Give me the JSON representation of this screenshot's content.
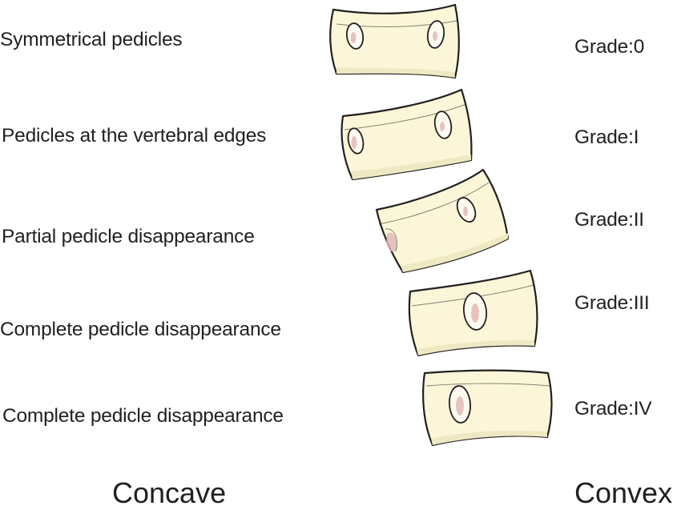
{
  "grades": [
    {
      "description": "Symmetrical pedicles",
      "grade": "Grade:0"
    },
    {
      "description": "Pedicles at the vertebral edges",
      "grade": "Grade:I"
    },
    {
      "description": "Partial pedicle disappearance",
      "grade": "Grade:II"
    },
    {
      "description": "Complete pedicle disappearance",
      "grade": "Grade:III"
    },
    {
      "description": "Complete pedicle disappearance",
      "grade": "Grade:IV"
    }
  ],
  "footer": {
    "left_label": "Concave",
    "right_label": "Convex"
  },
  "colors": {
    "bone_fill": "#fbf6d8",
    "bone_shade": "#efe9c3",
    "outline": "#231f20",
    "pedicle_fill": "#fdfbf0",
    "pedicle_tint": "#e3b9b7",
    "text": "#231f20"
  }
}
